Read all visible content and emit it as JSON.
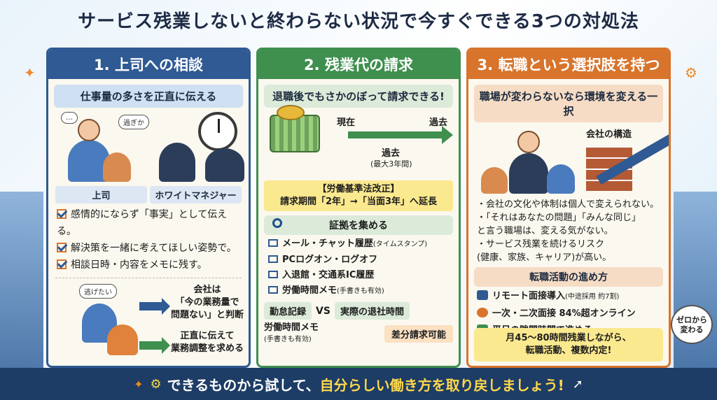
{
  "title": "サービス残業しないと終わらない状況で今すぐできる3つの対処法",
  "panel1": {
    "header": "1. 上司への相談",
    "subtitle": "仕事量の多さを正直に伝える",
    "bubble": "逃げたい",
    "bubble2": "過ぎか",
    "label_boss": "上司",
    "label_manager": "ホワイトマネジャー",
    "checks": [
      "感情的にならず「事実」として伝える。",
      "解決策を一緒に考えてほしい姿勢で。",
      "相談日時・内容をメモに残す。"
    ],
    "flow_top": [
      "会社は",
      "「今の業務量で",
      "問題ない」と判断"
    ],
    "flow_bottom": [
      "正直に伝えて",
      "業務調整を求める"
    ]
  },
  "panel2": {
    "header": "2. 残業代の請求",
    "subtitle": "退職後でもさかのぼって請求できる!",
    "now": "現在",
    "past": "過去",
    "range_label": "過去",
    "range_sub": "(最大3年間)",
    "law_title": "【労働基準法改正】",
    "law_text": "請求期間「2年」→「当面3年」へ延長",
    "evidence_title": "証拠を集める",
    "evidence": [
      {
        "text": "メール・チャット履歴",
        "note": "(タイムスタンプ)"
      },
      {
        "text": "PCログオン・ログオフ",
        "note": ""
      },
      {
        "text": "入退館・交通系IC履歴",
        "note": ""
      },
      {
        "text": "労働時間メモ",
        "note": "(手書きも有効)"
      }
    ],
    "attendance": "勤怠記録",
    "vs": "VS",
    "actual": "実際の退社時間",
    "memo": "労働時間メモ",
    "memo_note": "(手書きも有効)",
    "diff": "差分請求可能"
  },
  "panel3": {
    "header": "3. 転職という選択肢を持つ",
    "subtitle": "職場が変わらないなら環境を変える一択",
    "structure": "会社の構造",
    "bullets": [
      "・会社の文化や体制は個人で変えられない。",
      "・「それはあなたの問題」「みんな同じ」",
      "と言う職場は、変える気がない。",
      "・サービス残業を続けるリスク",
      "(健康、家族、キャリア)が高い。"
    ],
    "activity_title": "転職活動の進め方",
    "activities": [
      {
        "text": "リモート面接導入",
        "note": "(中途採用 約7割)"
      },
      {
        "text": "一次・二次面接 84%超オンライン",
        "note": ""
      },
      {
        "text": "平日の隙間時間で進める",
        "note": ""
      }
    ],
    "result_1": "月45〜80時間残業しながら、",
    "result_2": "転職活動、複数内定!",
    "zero_1": "ゼロから",
    "zero_2": "変わる"
  },
  "banner": {
    "part1": "できるものから試して、",
    "part2": "自分らしい働き方を取り戻しましょう!"
  },
  "colors": {
    "blue": "#2f5a93",
    "green": "#3f8f4f",
    "orange": "#d8742c",
    "navy": "#1d3c66"
  }
}
